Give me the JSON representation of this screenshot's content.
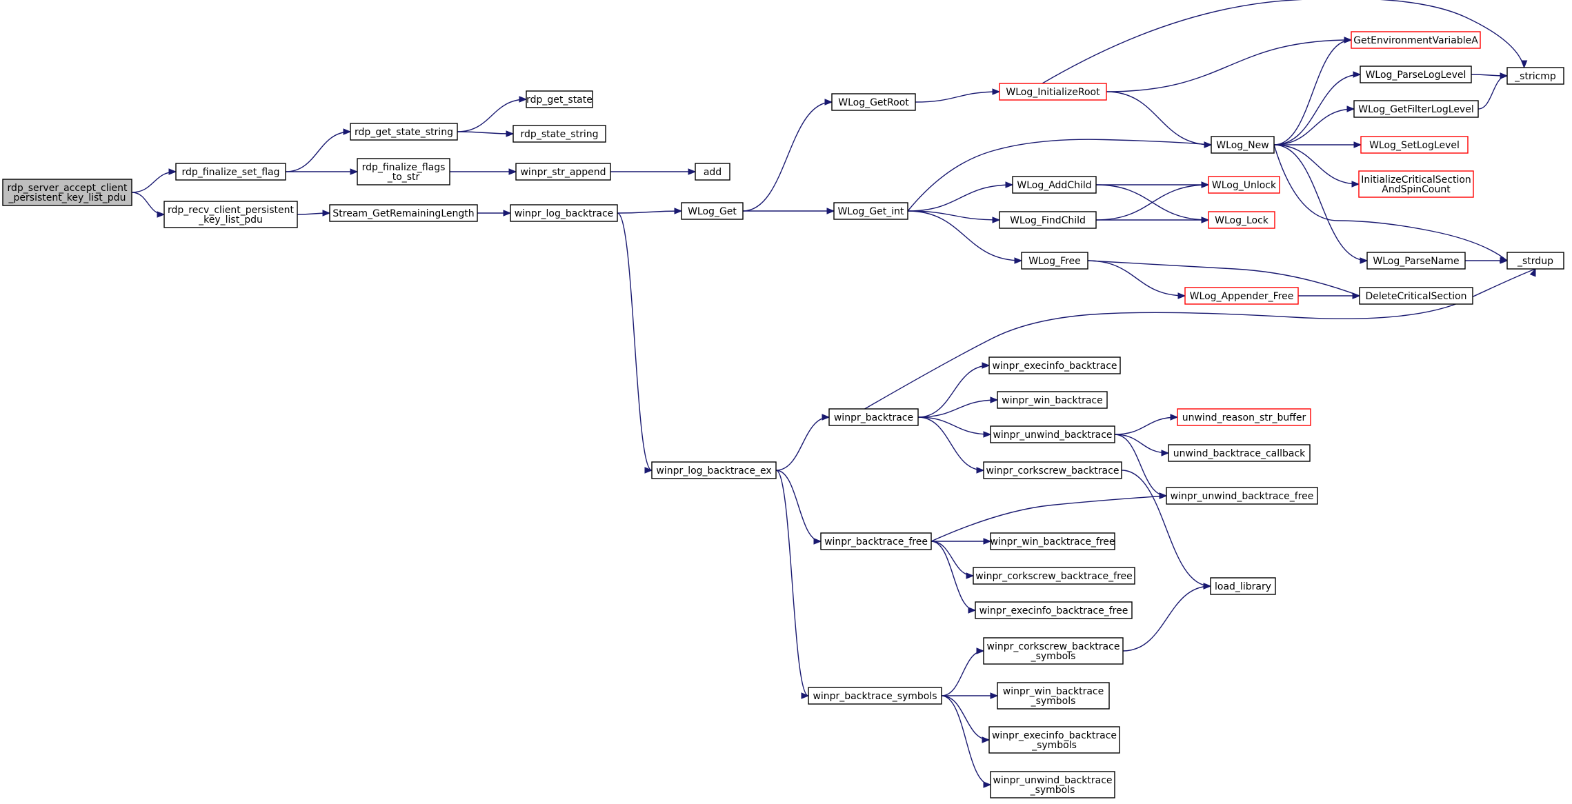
{
  "colors": {
    "edge": "#191970",
    "node_border": "#000000",
    "truncated_border": "#ff0000",
    "root_fill": "#bfbfbf",
    "node_fill": "#ffffff"
  },
  "nodes": [
    {
      "id": "root",
      "lines": [
        "rdp_server_accept_client",
        "_persistent_key_list_pdu"
      ],
      "style": "root"
    },
    {
      "id": "finalize_set_flag",
      "lines": [
        "rdp_finalize_set_flag"
      ],
      "style": "normal"
    },
    {
      "id": "recv_client_persistent",
      "lines": [
        "rdp_recv_client_persistent",
        "_key_list_pdu"
      ],
      "style": "normal"
    },
    {
      "id": "get_state_string",
      "lines": [
        "rdp_get_state_string"
      ],
      "style": "normal"
    },
    {
      "id": "finalize_flags_to_str",
      "lines": [
        "rdp_finalize_flags",
        "_to_str"
      ],
      "style": "normal"
    },
    {
      "id": "get_state",
      "lines": [
        "rdp_get_state"
      ],
      "style": "normal"
    },
    {
      "id": "state_string",
      "lines": [
        "rdp_state_string"
      ],
      "style": "normal"
    },
    {
      "id": "str_append",
      "lines": [
        "winpr_str_append"
      ],
      "style": "normal"
    },
    {
      "id": "add",
      "lines": [
        "add"
      ],
      "style": "normal"
    },
    {
      "id": "stream_remaining",
      "lines": [
        "Stream_GetRemainingLength"
      ],
      "style": "normal"
    },
    {
      "id": "log_backtrace",
      "lines": [
        "winpr_log_backtrace"
      ],
      "style": "normal"
    },
    {
      "id": "wlog_get",
      "lines": [
        "WLog_Get"
      ],
      "style": "normal"
    },
    {
      "id": "wlog_getroot",
      "lines": [
        "WLog_GetRoot"
      ],
      "style": "normal"
    },
    {
      "id": "wlog_get_int",
      "lines": [
        "WLog_Get_int"
      ],
      "style": "normal"
    },
    {
      "id": "wlog_initroot",
      "lines": [
        "WLog_InitializeRoot"
      ],
      "style": "truncated"
    },
    {
      "id": "getenv",
      "lines": [
        "GetEnvironmentVariableA"
      ],
      "style": "truncated"
    },
    {
      "id": "stricmp",
      "lines": [
        "_stricmp"
      ],
      "style": "normal"
    },
    {
      "id": "wlog_new",
      "lines": [
        "WLog_New"
      ],
      "style": "normal"
    },
    {
      "id": "parseloglevel",
      "lines": [
        "WLog_ParseLogLevel"
      ],
      "style": "normal"
    },
    {
      "id": "getfilterloglevel",
      "lines": [
        "WLog_GetFilterLogLevel"
      ],
      "style": "normal"
    },
    {
      "id": "setloglevel",
      "lines": [
        "WLog_SetLogLevel"
      ],
      "style": "truncated"
    },
    {
      "id": "initcs",
      "lines": [
        "InitializeCriticalSection",
        "AndSpinCount"
      ],
      "style": "truncated"
    },
    {
      "id": "parsename",
      "lines": [
        "WLog_ParseName"
      ],
      "style": "normal"
    },
    {
      "id": "strdup",
      "lines": [
        "_strdup"
      ],
      "style": "normal"
    },
    {
      "id": "addchild",
      "lines": [
        "WLog_AddChild"
      ],
      "style": "normal"
    },
    {
      "id": "findchild",
      "lines": [
        "WLog_FindChild"
      ],
      "style": "normal"
    },
    {
      "id": "wlog_free",
      "lines": [
        "WLog_Free"
      ],
      "style": "normal"
    },
    {
      "id": "unlock",
      "lines": [
        "WLog_Unlock"
      ],
      "style": "truncated"
    },
    {
      "id": "lock",
      "lines": [
        "WLog_Lock"
      ],
      "style": "truncated"
    },
    {
      "id": "appender_free",
      "lines": [
        "WLog_Appender_Free"
      ],
      "style": "truncated"
    },
    {
      "id": "deletecs",
      "lines": [
        "DeleteCriticalSection"
      ],
      "style": "normal"
    },
    {
      "id": "log_backtrace_ex",
      "lines": [
        "winpr_log_backtrace_ex"
      ],
      "style": "normal"
    },
    {
      "id": "backtrace",
      "lines": [
        "winpr_backtrace"
      ],
      "style": "normal"
    },
    {
      "id": "execinfo_bt",
      "lines": [
        "winpr_execinfo_backtrace"
      ],
      "style": "normal"
    },
    {
      "id": "win_bt",
      "lines": [
        "winpr_win_backtrace"
      ],
      "style": "normal"
    },
    {
      "id": "unwind_bt",
      "lines": [
        "winpr_unwind_backtrace"
      ],
      "style": "normal"
    },
    {
      "id": "corkscrew_bt",
      "lines": [
        "winpr_corkscrew_backtrace"
      ],
      "style": "normal"
    },
    {
      "id": "unwind_reason",
      "lines": [
        "unwind_reason_str_buffer"
      ],
      "style": "truncated"
    },
    {
      "id": "unwind_cb",
      "lines": [
        "unwind_backtrace_callback"
      ],
      "style": "normal"
    },
    {
      "id": "unwind_bt_free",
      "lines": [
        "winpr_unwind_backtrace_free"
      ],
      "style": "normal"
    },
    {
      "id": "bt_free",
      "lines": [
        "winpr_backtrace_free"
      ],
      "style": "normal"
    },
    {
      "id": "win_bt_free",
      "lines": [
        "winpr_win_backtrace_free"
      ],
      "style": "normal"
    },
    {
      "id": "corkscrew_bt_free",
      "lines": [
        "winpr_corkscrew_backtrace_free"
      ],
      "style": "normal"
    },
    {
      "id": "execinfo_bt_free",
      "lines": [
        "winpr_execinfo_backtrace_free"
      ],
      "style": "normal"
    },
    {
      "id": "load_library",
      "lines": [
        "load_library"
      ],
      "style": "normal"
    },
    {
      "id": "bt_symbols",
      "lines": [
        "winpr_backtrace_symbols"
      ],
      "style": "normal"
    },
    {
      "id": "corkscrew_bt_sym",
      "lines": [
        "winpr_corkscrew_backtrace",
        "_symbols"
      ],
      "style": "normal"
    },
    {
      "id": "win_bt_sym",
      "lines": [
        "winpr_win_backtrace",
        "_symbols"
      ],
      "style": "normal"
    },
    {
      "id": "execinfo_bt_sym",
      "lines": [
        "winpr_execinfo_backtrace",
        "_symbols"
      ],
      "style": "normal"
    },
    {
      "id": "unwind_bt_sym",
      "lines": [
        "winpr_unwind_backtrace",
        "_symbols"
      ],
      "style": "normal"
    }
  ],
  "edges": [
    [
      "root",
      "finalize_set_flag"
    ],
    [
      "root",
      "recv_client_persistent"
    ],
    [
      "finalize_set_flag",
      "get_state_string"
    ],
    [
      "finalize_set_flag",
      "finalize_flags_to_str"
    ],
    [
      "get_state_string",
      "get_state"
    ],
    [
      "get_state_string",
      "state_string"
    ],
    [
      "finalize_flags_to_str",
      "str_append"
    ],
    [
      "str_append",
      "add"
    ],
    [
      "recv_client_persistent",
      "stream_remaining"
    ],
    [
      "stream_remaining",
      "log_backtrace"
    ],
    [
      "log_backtrace",
      "wlog_get"
    ],
    [
      "log_backtrace",
      "log_backtrace_ex"
    ],
    [
      "wlog_get",
      "wlog_getroot"
    ],
    [
      "wlog_get",
      "wlog_get_int"
    ],
    [
      "wlog_getroot",
      "wlog_initroot"
    ],
    [
      "wlog_initroot",
      "getenv"
    ],
    [
      "wlog_initroot",
      "stricmp"
    ],
    [
      "wlog_initroot",
      "wlog_new"
    ],
    [
      "wlog_get_int",
      "wlog_new"
    ],
    [
      "wlog_get_int",
      "addchild"
    ],
    [
      "wlog_get_int",
      "findchild"
    ],
    [
      "wlog_get_int",
      "wlog_free"
    ],
    [
      "wlog_new",
      "getenv"
    ],
    [
      "wlog_new",
      "parseloglevel"
    ],
    [
      "wlog_new",
      "getfilterloglevel"
    ],
    [
      "wlog_new",
      "setloglevel"
    ],
    [
      "wlog_new",
      "initcs"
    ],
    [
      "wlog_new",
      "parsename"
    ],
    [
      "wlog_new",
      "strdup"
    ],
    [
      "parseloglevel",
      "stricmp"
    ],
    [
      "getfilterloglevel",
      "stricmp"
    ],
    [
      "parsename",
      "strdup"
    ],
    [
      "addchild",
      "unlock"
    ],
    [
      "addchild",
      "lock"
    ],
    [
      "findchild",
      "unlock"
    ],
    [
      "findchild",
      "lock"
    ],
    [
      "wlog_free",
      "deletecs"
    ],
    [
      "wlog_free",
      "appender_free"
    ],
    [
      "appender_free",
      "deletecs"
    ],
    [
      "log_backtrace_ex",
      "backtrace"
    ],
    [
      "log_backtrace_ex",
      "bt_free"
    ],
    [
      "log_backtrace_ex",
      "bt_symbols"
    ],
    [
      "backtrace",
      "strdup"
    ],
    [
      "backtrace",
      "execinfo_bt"
    ],
    [
      "backtrace",
      "win_bt"
    ],
    [
      "backtrace",
      "unwind_bt"
    ],
    [
      "backtrace",
      "corkscrew_bt"
    ],
    [
      "unwind_bt",
      "unwind_reason"
    ],
    [
      "unwind_bt",
      "unwind_cb"
    ],
    [
      "unwind_bt",
      "unwind_bt_free"
    ],
    [
      "corkscrew_bt",
      "load_library"
    ],
    [
      "bt_free",
      "unwind_bt_free"
    ],
    [
      "bt_free",
      "win_bt_free"
    ],
    [
      "bt_free",
      "corkscrew_bt_free"
    ],
    [
      "bt_free",
      "execinfo_bt_free"
    ],
    [
      "bt_symbols",
      "corkscrew_bt_sym"
    ],
    [
      "bt_symbols",
      "win_bt_sym"
    ],
    [
      "bt_symbols",
      "execinfo_bt_sym"
    ],
    [
      "bt_symbols",
      "unwind_bt_sym"
    ],
    [
      "corkscrew_bt_sym",
      "load_library"
    ]
  ]
}
